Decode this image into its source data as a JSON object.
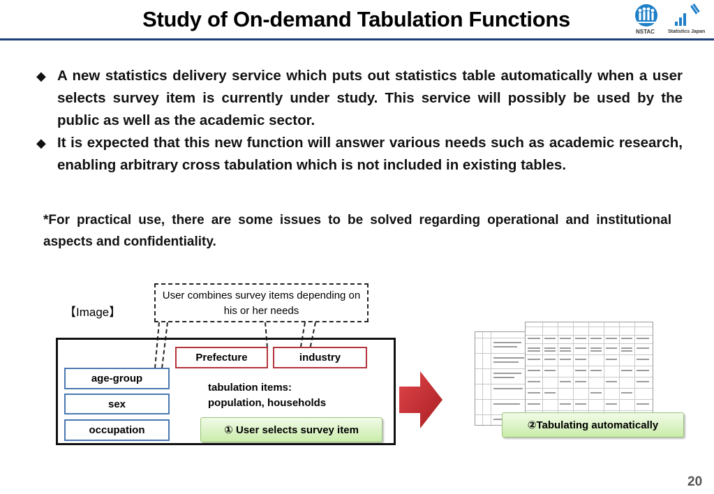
{
  "header": {
    "title": "Study of On-demand Tabulation Functions",
    "logo_left_caption": "NSTAC",
    "logo_right_caption": "Statistics Japan"
  },
  "bullets": [
    {
      "icon": "diamond-bullet-icon",
      "text": "A new statistics delivery service which puts out statistics table automatically when a user selects survey item is currently under study. This service will possibly be used by the public as well as the academic sector."
    },
    {
      "icon": "diamond-bullet-icon",
      "text": "It is expected that this new function will answer various needs such as academic research, enabling arbitrary cross tabulation which is not included in existing tables."
    }
  ],
  "note": "*For practical use, there are some issues to be solved regarding operational and institutional aspects and confidentiality.",
  "diagram": {
    "image_label": "【Image】",
    "callout": "User combines survey items depending on his or her needs",
    "selected_items": [
      "Prefecture",
      "industry"
    ],
    "available_items": [
      "age-group",
      "sex",
      "occupation"
    ],
    "tabulation_line1": "tabulation items:",
    "tabulation_line2": "population, households",
    "step1": "① User selects survey item",
    "step2": "②Tabulating automatically"
  },
  "colors": {
    "title_rule": "#1f3f7a",
    "item_border_blue": "#4a78b0",
    "item_border_red": "#b3343a",
    "step_button_green": "#c9ecaa",
    "arrow_red": "#c0282d"
  },
  "footer": {
    "page_number": "20"
  }
}
